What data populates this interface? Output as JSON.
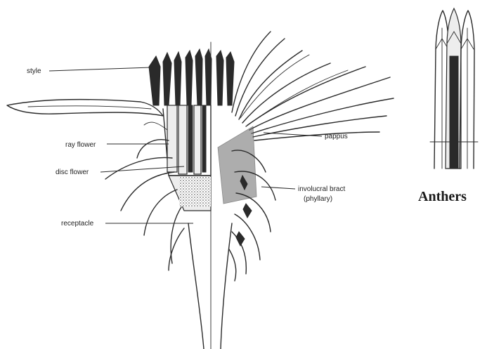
{
  "labels": {
    "style": "style",
    "ray_flower": "ray flower",
    "disc_flower": "disc flower",
    "receptacle": "receptacle",
    "pappus": "pappus",
    "involucral_bract_line1": "involucral bract",
    "involucral_bract_line2": "(phyllary)"
  },
  "inset": {
    "title": "Anthers"
  },
  "colors": {
    "ink": "#2a2a2a",
    "background": "#ffffff"
  }
}
